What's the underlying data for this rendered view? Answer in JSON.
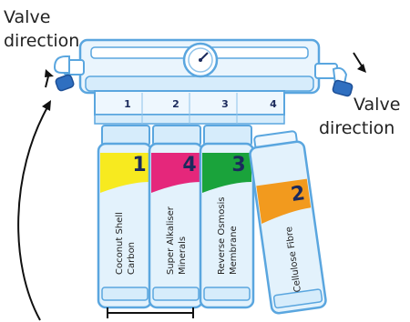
{
  "labels": {
    "valve_left_line1": "Valve",
    "valve_left_line2": "direction",
    "valve_right_line1": "Valve",
    "valve_right_line2": "direction"
  },
  "slots": [
    "1",
    "2",
    "3",
    "4"
  ],
  "cartridges": [
    {
      "number": "1",
      "name_line1": "Coconut Shell",
      "name_line2": "Carbon",
      "color": "#f7ea1f"
    },
    {
      "number": "4",
      "name_line1": "Super Alkaliser",
      "name_line2": "Minerals",
      "color": "#e5277b"
    },
    {
      "number": "3",
      "name_line1": "Reverse Osmosis",
      "name_line2": "Membrane",
      "color": "#1aa33b"
    },
    {
      "number": "2",
      "name_line1": "Cellulose Fibre",
      "name_line2": "",
      "color": "#f29a1e"
    }
  ],
  "colors": {
    "outline": "#5aa6df",
    "body_fill": "#e3f2fc",
    "body_light": "#f3f9fe",
    "number_text": "#1b2a5c",
    "valve_blue": "#2f6fc0"
  }
}
